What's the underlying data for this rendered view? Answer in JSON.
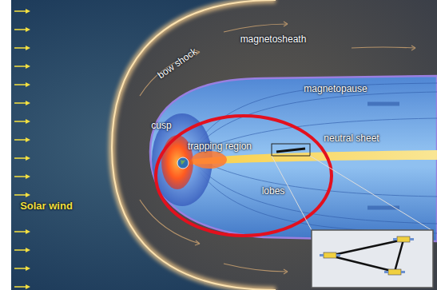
{
  "diagram": {
    "labels": [
      "bow shock",
      "magnetosheath",
      "magnetopause",
      "cusp",
      "trapping region",
      "neutral sheet",
      "lobes",
      "Solar wind"
    ]
  }
}
